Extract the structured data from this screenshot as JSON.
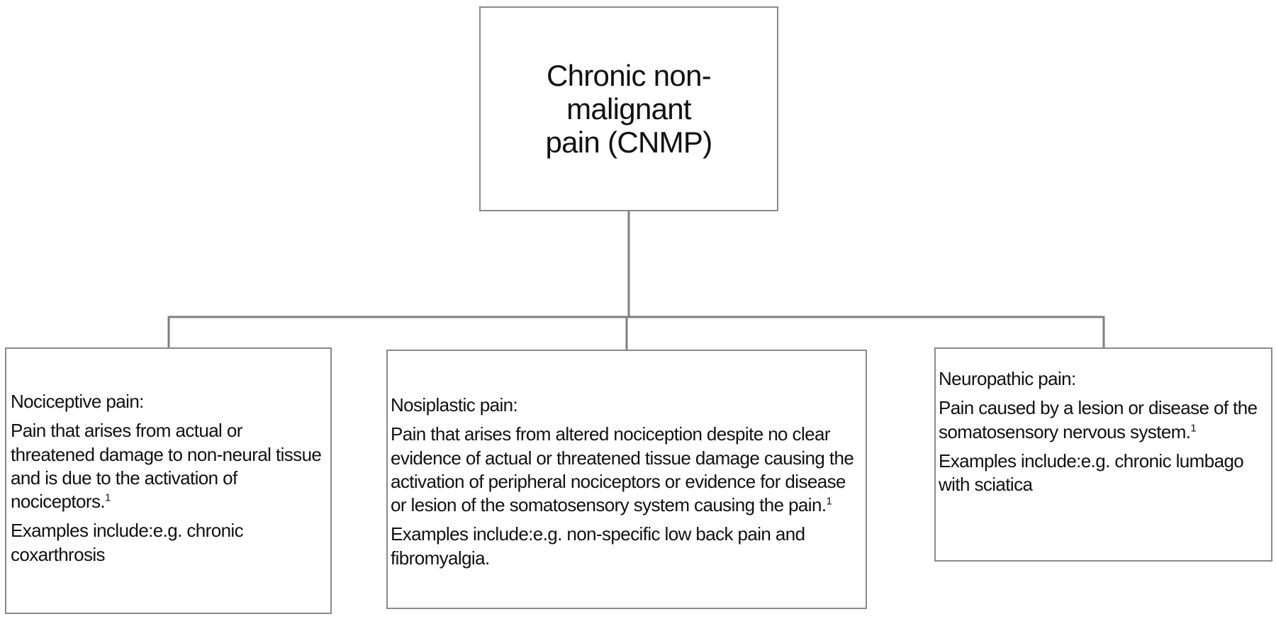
{
  "root": {
    "title_line1": "Chronic non-malignant",
    "title_line2": "pain (CNMP)"
  },
  "children": [
    {
      "heading": "Nociceptive pain:",
      "definition": "Pain that arises from actual or threatened damage to non-neural tissue and is due to the activation of nociceptors.",
      "footnote": "1",
      "examples": "Examples include:e.g. chronic coxarthrosis"
    },
    {
      "heading": "Nosiplastic pain:",
      "definition": "Pain that arises from altered nociception despite no clear evidence of actual or threatened tissue damage causing the activation of peripheral nociceptors or evidence for disease or lesion of the somatosensory system causing the pain.",
      "footnote": "1",
      "examples": "Examples include:e.g. non-specific low back pain and fibromyalgia."
    },
    {
      "heading": "Neuropathic pain:",
      "definition": "Pain caused by a lesion or disease of the somatosensory nervous system.",
      "footnote": "1",
      "examples": "Examples include:e.g. chronic lumbago with sciatica"
    }
  ],
  "colors": {
    "border": "#8a8a8a",
    "connector": "#7f7f7f",
    "text": "#111111"
  }
}
